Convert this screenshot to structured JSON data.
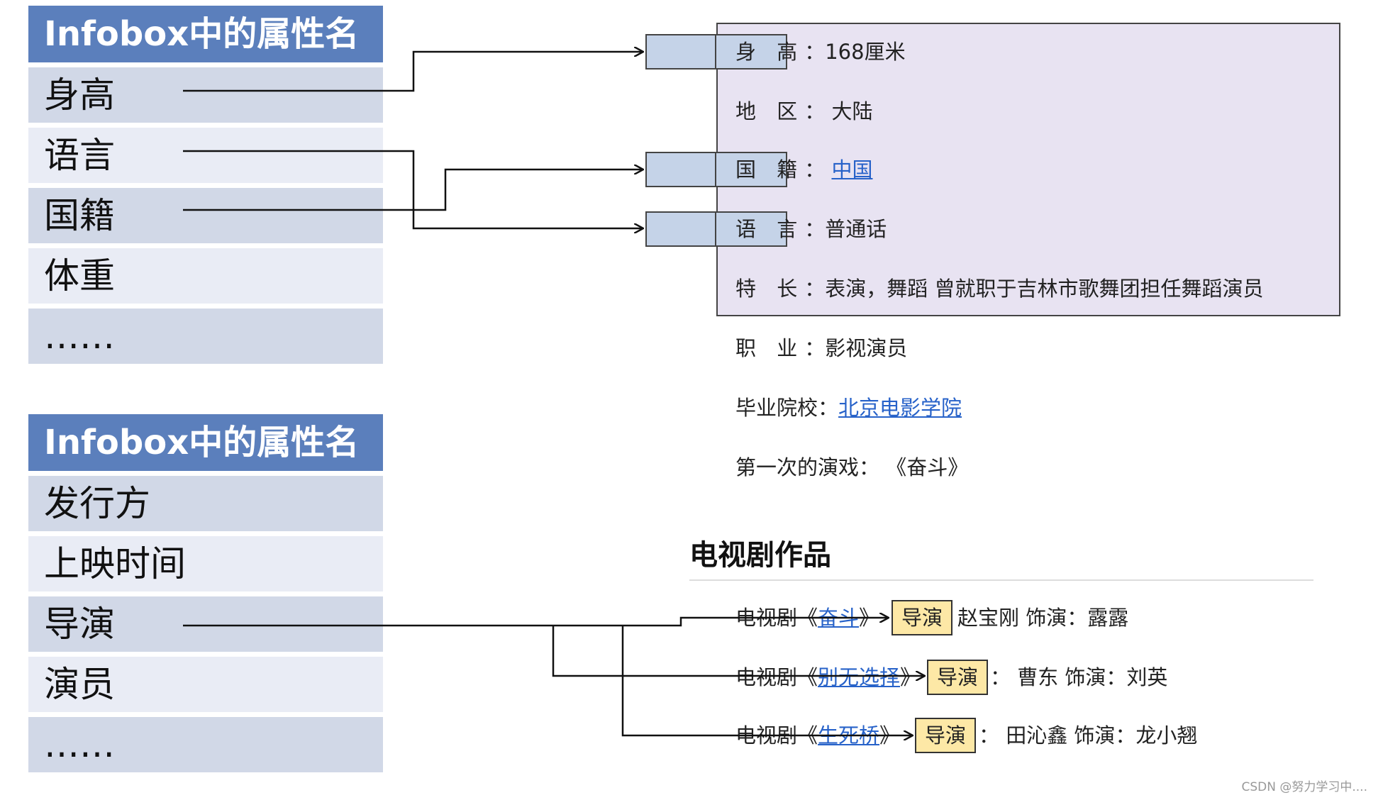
{
  "table1": {
    "header": "Infobox中的属性名",
    "rows": [
      "身高",
      "语言",
      "国籍",
      "体重",
      "……"
    ]
  },
  "table2": {
    "header": "Infobox中的属性名",
    "rows": [
      "发行方",
      "上映时间",
      "导演",
      "演员",
      "……"
    ]
  },
  "infobox": {
    "lines": [
      {
        "key": "身 高",
        "sep": "：",
        "value": "168厘米",
        "link": false
      },
      {
        "key": "地 区",
        "sep": "：",
        "value": "大陆",
        "link": false
      },
      {
        "key": "国 籍",
        "sep": "：",
        "value": "中国",
        "link": true
      },
      {
        "key": "语 言",
        "sep": "：",
        "value": "普通话",
        "link": false
      },
      {
        "key": "特 长",
        "sep": "：",
        "value": "表演，舞蹈 曾就职于吉林市歌舞团担任舞蹈演员",
        "link": false
      },
      {
        "key": "职 业",
        "sep": "：",
        "value": "影视演员",
        "link": false
      },
      {
        "key": "毕业院校",
        "sep": "：",
        "value": "北京电影学院",
        "link": true
      },
      {
        "key": "第一次的演戏",
        "sep": "：",
        "value": "《奋斗》",
        "link": false
      }
    ]
  },
  "tv": {
    "title": "电视剧作品",
    "items": [
      {
        "prefix": "电视剧《",
        "name": "奋斗",
        "suffix": "》",
        "role": "导演",
        "rest": "赵宝刚 饰演：露露"
      },
      {
        "prefix": "电视剧《",
        "name": "别无选择",
        "suffix": "》",
        "role": "导演",
        "rest": "： 曹东 饰演：刘英"
      },
      {
        "prefix": "电视剧《",
        "name": "生死桥",
        "suffix": "》",
        "role": "导演",
        "rest": "： 田沁鑫 饰演：龙小翘"
      }
    ]
  },
  "watermark": "CSDN @努力学习中....",
  "colors": {
    "header": "#5b7fbc",
    "row_dark": "#d1d8e7",
    "row_light": "#e9ecf5",
    "infobox": "#e8e3f2",
    "highlight_blue": "#c5d3e8",
    "highlight_yellow": "#fde8a6",
    "link": "#2762c9"
  }
}
